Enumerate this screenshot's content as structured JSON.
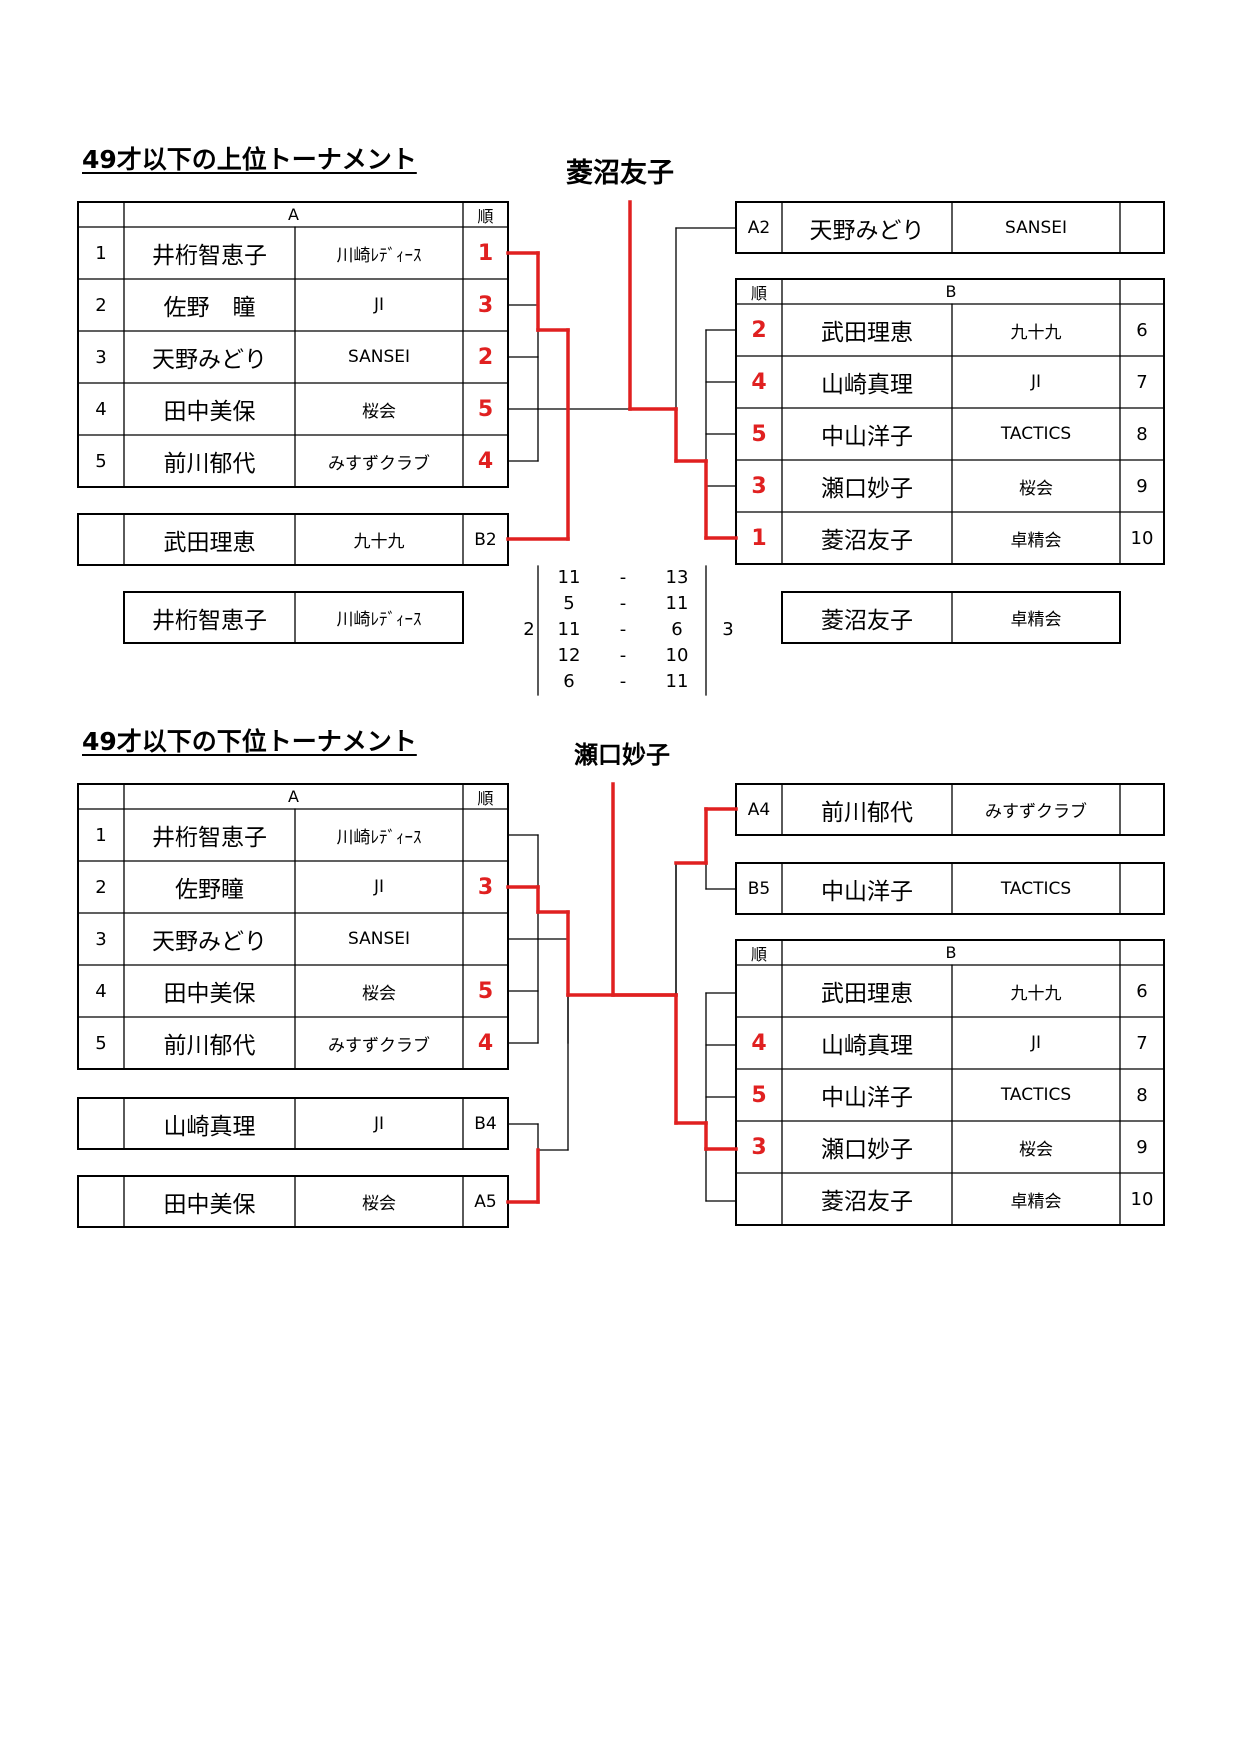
{
  "upper": {
    "title": "49才以下の上位トーナメント",
    "champion": "菱沼友子",
    "groupA": {
      "header": "A",
      "rank_header": "順",
      "rows": [
        {
          "no": "1",
          "name": "井桁智恵子",
          "club": "川崎ﾚﾃﾞｨｰｽ",
          "rank": "1"
        },
        {
          "no": "2",
          "name": "佐野　瞳",
          "club": "JI",
          "rank": "3"
        },
        {
          "no": "3",
          "name": "天野みどり",
          "club": "SANSEI",
          "rank": "2"
        },
        {
          "no": "4",
          "name": "田中美保",
          "club": "桜会",
          "rank": "5"
        },
        {
          "no": "5",
          "name": "前川郁代",
          "club": "みすずクラブ",
          "rank": "4"
        }
      ]
    },
    "left_entry": {
      "name": "武田理恵",
      "club": "九十九",
      "code": "B2"
    },
    "right_entry": {
      "code": "A2",
      "name": "天野みどり",
      "club": "SANSEI"
    },
    "groupB": {
      "header": "B",
      "rank_header": "順",
      "rows": [
        {
          "rank": "2",
          "name": "武田理恵",
          "club": "九十九",
          "no": "6"
        },
        {
          "rank": "4",
          "name": "山崎真理",
          "club": "JI",
          "no": "7"
        },
        {
          "rank": "5",
          "name": "中山洋子",
          "club": "TACTICS",
          "no": "8"
        },
        {
          "rank": "3",
          "name": "瀬口妙子",
          "club": "桜会",
          "no": "9"
        },
        {
          "rank": "1",
          "name": "菱沼友子",
          "club": "卓精会",
          "no": "10"
        }
      ]
    },
    "final": {
      "left": {
        "name": "井桁智恵子",
        "club": "川崎ﾚﾃﾞｨｰｽ"
      },
      "right": {
        "name": "菱沼友子",
        "club": "卓精会"
      },
      "left_games": "2",
      "right_games": "3",
      "sep": "-",
      "scores": [
        {
          "left": "11",
          "right": "13"
        },
        {
          "left": "5",
          "right": "11"
        },
        {
          "left": "11",
          "right": "6"
        },
        {
          "left": "12",
          "right": "10"
        },
        {
          "left": "6",
          "right": "11"
        }
      ]
    }
  },
  "lower": {
    "title": "49才以下の下位トーナメント",
    "champion": "瀬口妙子",
    "groupA": {
      "header": "A",
      "rank_header": "順",
      "rows": [
        {
          "no": "1",
          "name": "井桁智恵子",
          "club": "川崎ﾚﾃﾞｨｰｽ",
          "rank": ""
        },
        {
          "no": "2",
          "name": "佐野瞳",
          "club": "JI",
          "rank": "3"
        },
        {
          "no": "3",
          "name": "天野みどり",
          "club": "SANSEI",
          "rank": ""
        },
        {
          "no": "4",
          "name": "田中美保",
          "club": "桜会",
          "rank": "5"
        },
        {
          "no": "5",
          "name": "前川郁代",
          "club": "みすずクラブ",
          "rank": "4"
        }
      ]
    },
    "left_entries": [
      {
        "name": "山崎真理",
        "club": "JI",
        "code": "B4"
      },
      {
        "name": "田中美保",
        "club": "桜会",
        "code": "A5"
      }
    ],
    "right_entries": [
      {
        "code": "A4",
        "name": "前川郁代",
        "club": "みすずクラブ"
      },
      {
        "code": "B5",
        "name": "中山洋子",
        "club": "TACTICS"
      }
    ],
    "groupB": {
      "header": "B",
      "rank_header": "順",
      "rows": [
        {
          "rank": "",
          "name": "武田理恵",
          "club": "九十九",
          "no": "6"
        },
        {
          "rank": "4",
          "name": "山崎真理",
          "club": "JI",
          "no": "7"
        },
        {
          "rank": "5",
          "name": "中山洋子",
          "club": "TACTICS",
          "no": "8"
        },
        {
          "rank": "3",
          "name": "瀬口妙子",
          "club": "桜会",
          "no": "9"
        },
        {
          "rank": "",
          "name": "菱沼友子",
          "club": "卓精会",
          "no": "10"
        }
      ]
    }
  },
  "colors": {
    "win_line": "#e02020",
    "line": "#000000",
    "rank_text": "#e02020"
  }
}
